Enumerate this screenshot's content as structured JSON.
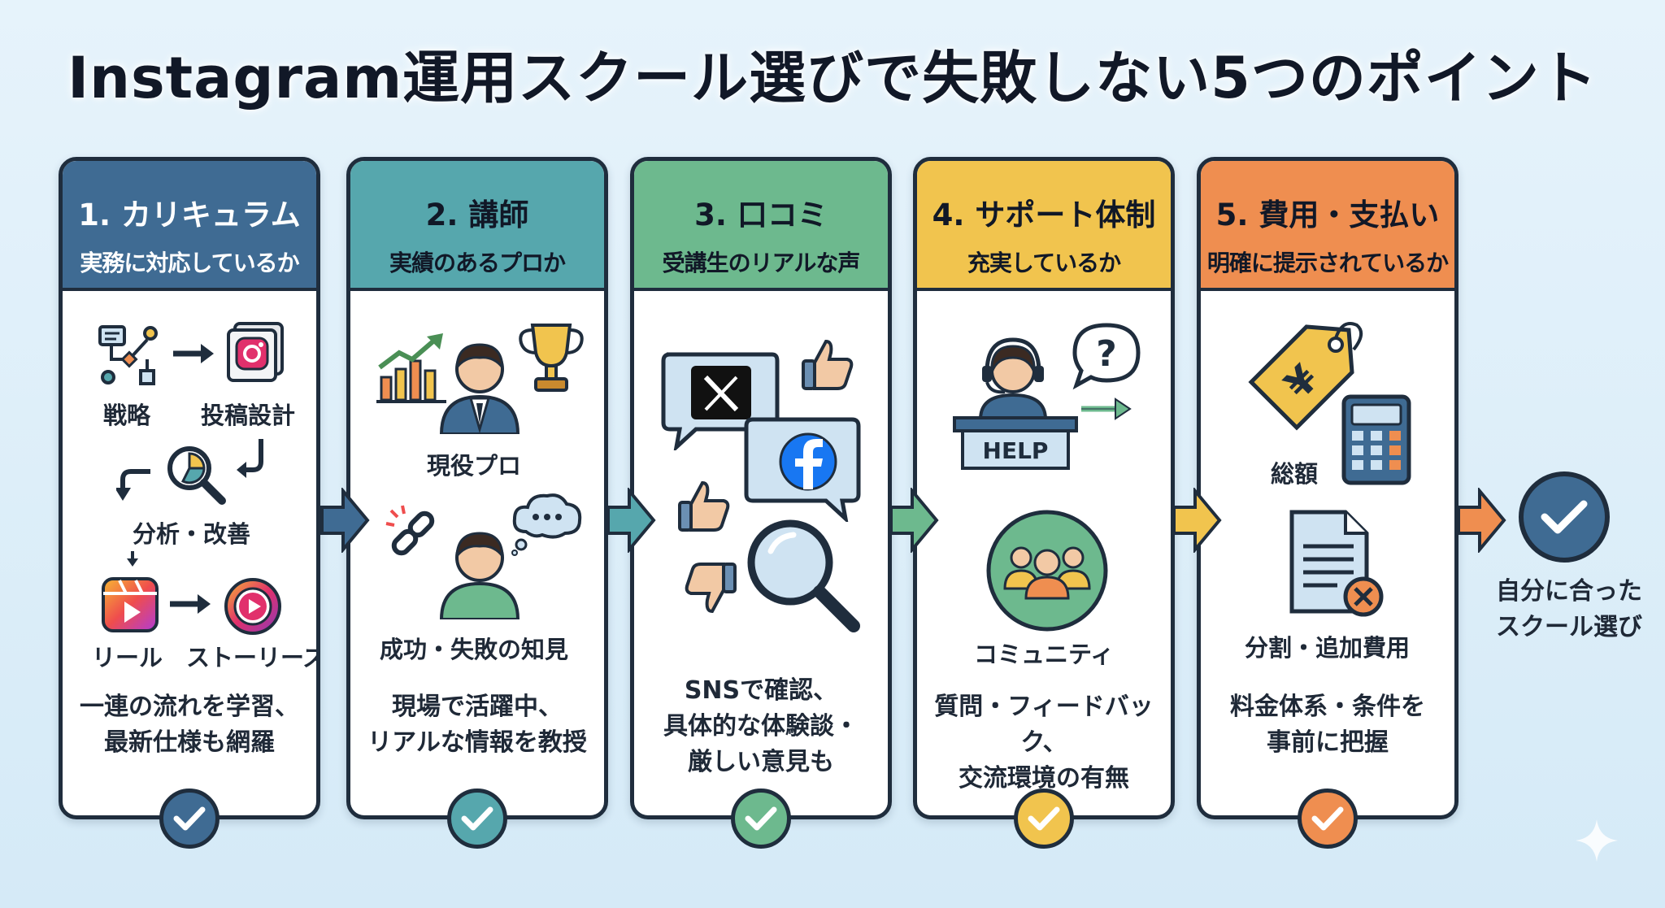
{
  "title": "Instagram運用スクール選びで失敗しない5つのポイント",
  "cards": [
    {
      "title": "1. カリキュラム",
      "subtitle": "実務に対応しているか",
      "labels": [
        "戦略",
        "投稿設計",
        "分析・改善",
        "リール",
        "ストーリーズ"
      ],
      "desc": [
        "一連の流れを学習、",
        "最新仕様も網羅"
      ],
      "accent": "#3f6b93"
    },
    {
      "title": "2. 講師",
      "subtitle": "実績のあるプロか",
      "labels": [
        "現役プロ",
        "成功・失敗の知見"
      ],
      "desc": [
        "現場で活躍中、",
        "リアルな情報を教授"
      ],
      "accent": "#56a7ad"
    },
    {
      "title": "3. 口コミ",
      "subtitle": "受講生のリアルな声",
      "labels": [],
      "desc": [
        "SNSで確認、",
        "具体的な体験談・",
        "厳しい意見も"
      ],
      "accent": "#6db98e"
    },
    {
      "title": "4. サポート体制",
      "subtitle": "充実しているか",
      "labels": [
        "HELP",
        "コミュニティ"
      ],
      "desc": [
        "質問・フィードバック、",
        "交流環境の有無"
      ],
      "accent": "#f1c44e"
    },
    {
      "title": "5. 費用・支払い",
      "subtitle": "明確に提示されているか",
      "labels": [
        "総額",
        "分割・追加費用"
      ],
      "desc": [
        "料金体系・条件を",
        "事前に把握"
      ],
      "accent": "#ef8e50"
    }
  ],
  "final": {
    "lines": [
      "自分に合った",
      "スクール選び"
    ],
    "color": "#3f6b93"
  },
  "icons": [
    "strategy-flow-icon",
    "instagram-post-icon",
    "analysis-magnifier-icon",
    "reel-icon",
    "stories-icon",
    "growth-chart-icon",
    "expert-person-icon",
    "trophy-icon",
    "broken-link-icon",
    "thinking-person-icon",
    "x-logo-bubble-icon",
    "facebook-bubble-icon",
    "thumbs-up-icon",
    "thumbs-down-icon",
    "search-magnifier-icon",
    "support-agent-icon",
    "question-bubble-icon",
    "community-icon",
    "yen-tag-icon",
    "calculator-icon",
    "document-cancel-icon",
    "check-icon",
    "arrow-right-icon"
  ]
}
